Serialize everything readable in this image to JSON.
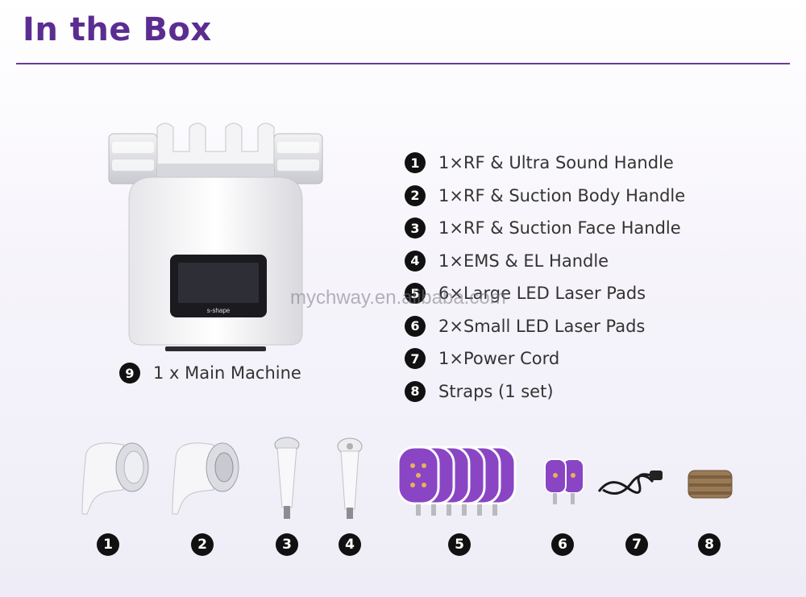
{
  "header": {
    "title": "In the Box"
  },
  "main_item": {
    "number": "9",
    "label": "1 x Main Machine",
    "brand": "s-shape"
  },
  "watermark": "mychway.en.alibaba.com",
  "contents": [
    {
      "number": "1",
      "label": "1×RF & Ultra Sound Handle"
    },
    {
      "number": "2",
      "label": "1×RF & Suction Body Handle"
    },
    {
      "number": "3",
      "label": "1×RF & Suction Face Handle"
    },
    {
      "number": "4",
      "label": "1×EMS & EL Handle"
    },
    {
      "number": "5",
      "label": "6×Large LED Laser Pads"
    },
    {
      "number": "6",
      "label": "2×Small LED Laser Pads"
    },
    {
      "number": "7",
      "label": "1×Power Cord"
    },
    {
      "number": "8",
      "label": "Straps (1 set)"
    }
  ],
  "parts_row": [
    {
      "number": "1",
      "icon": "ultrasound-handle-icon"
    },
    {
      "number": "2",
      "icon": "suction-body-handle-icon"
    },
    {
      "number": "3",
      "icon": "face-handle-icon"
    },
    {
      "number": "4",
      "icon": "ems-handle-icon"
    },
    {
      "number": "5",
      "icon": "large-led-pads-icon"
    },
    {
      "number": "6",
      "icon": "small-led-pads-icon"
    },
    {
      "number": "7",
      "icon": "power-cord-icon"
    },
    {
      "number": "8",
      "icon": "straps-icon"
    }
  ],
  "colors": {
    "accent": "#5b2d90",
    "pad_purple": "#8a45c4",
    "badge": "#111111"
  }
}
